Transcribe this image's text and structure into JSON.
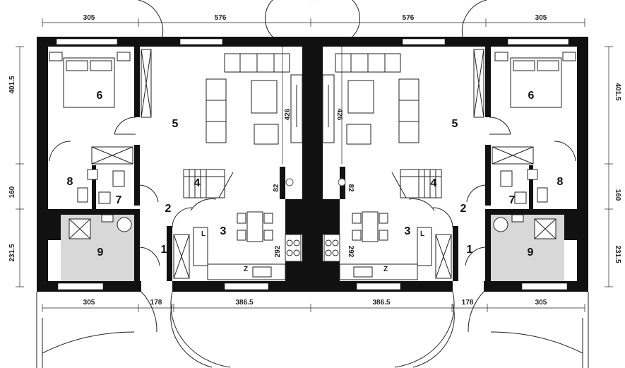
{
  "dimensions": {
    "top": [
      "305",
      "576",
      "576",
      "305"
    ],
    "bottom": [
      "305",
      "178",
      "386.5",
      "386.5",
      "178",
      "305"
    ],
    "left": [
      "401.5",
      "160",
      "231.5"
    ],
    "right": [
      "401.5",
      "160",
      "231.5"
    ],
    "inner": [
      "426",
      "82",
      "292"
    ]
  },
  "rooms": [
    "1",
    "2",
    "3",
    "4",
    "5",
    "6",
    "7",
    "8",
    "9"
  ],
  "kitchen_marks": [
    "L",
    "Z"
  ],
  "colors": {
    "walls": "#111111",
    "tiled_room": "#d8d8d8",
    "background": "#ffffff"
  }
}
